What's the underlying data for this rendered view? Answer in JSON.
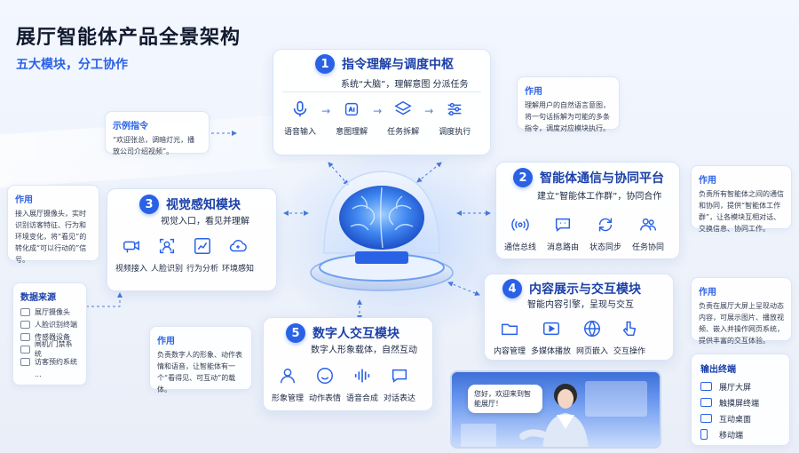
{
  "header": {
    "title": "展厅智能体产品全景架构",
    "subtitle": "五大模块，分工协作"
  },
  "modules": {
    "m1": {
      "num": "1",
      "title": "指令理解与调度中枢",
      "subtitle": "系统“大脑”，理解意图 分派任务",
      "items": [
        "语音输入",
        "意图理解",
        "任务拆解",
        "调度执行"
      ]
    },
    "m2": {
      "num": "2",
      "title": "智能体通信与协同平台",
      "subtitle": "建立“智能体工作群”，协同合作",
      "items": [
        "通信总线",
        "消息路由",
        "状态同步",
        "任务协同"
      ]
    },
    "m3": {
      "num": "3",
      "title": "视觉感知模块",
      "subtitle": "视觉入口，看见并理解",
      "items": [
        "视频接入",
        "人脸识别",
        "行为分析",
        "环境感知"
      ]
    },
    "m4": {
      "num": "4",
      "title": "内容展示与交互模块",
      "subtitle": "智能内容引擎，呈现与交互",
      "items": [
        "内容管理",
        "多媒体播放",
        "网页嵌入",
        "交互操作"
      ]
    },
    "m5": {
      "num": "5",
      "title": "数字人交互模块",
      "subtitle": "数字人形象载体，自然互动",
      "items": [
        "形象管理",
        "动作表情",
        "语音合成",
        "对话表达"
      ]
    }
  },
  "notes": {
    "example": {
      "title": "示例指令",
      "text": "“欢迎张总，调暗灯光，播放公司介绍视频”。"
    },
    "role1": {
      "title": "作用",
      "text": "理解用户的自然语言意图，将一句话拆解为可能的多条指令，调度对应模块执行。"
    },
    "role2": {
      "title": "作用",
      "text": "负责所有智能体之间的通信和协同，提供“智能体工作群”，让各模块互相对话、交换信息、协同工作。"
    },
    "role3": {
      "title": "作用",
      "text": "接入展厅摄像头，实时识别访客特征、行为和环境变化，将“看见”的转化成“可以行动的”信号。"
    },
    "role4": {
      "title": "作用",
      "text": "负责在展厅大屏上呈现动态内容，可展示图片、播放视频、嵌入并操作网页系统，提供丰富的交互体验。"
    },
    "role5": {
      "title": "作用",
      "text": "负责数字人的形象、动作表情和语音，让智能体有一个“看得见、可互动”的载体。"
    }
  },
  "data_sources": {
    "title": "数据来源",
    "items": [
      "展厅摄像头",
      "人脸识别终端",
      "传感器设备",
      "闸机/门禁系统",
      "访客预约系统",
      "..."
    ]
  },
  "terminals": {
    "title": "输出终端",
    "items": [
      "展厅大屏",
      "触摸屏终端",
      "互动桌面",
      "移动端"
    ]
  },
  "screen": {
    "greeting": "您好，欢迎来到智能展厅！"
  },
  "colors": {
    "accent": "#2a62e6",
    "title_blue": "#1a3fa8"
  }
}
